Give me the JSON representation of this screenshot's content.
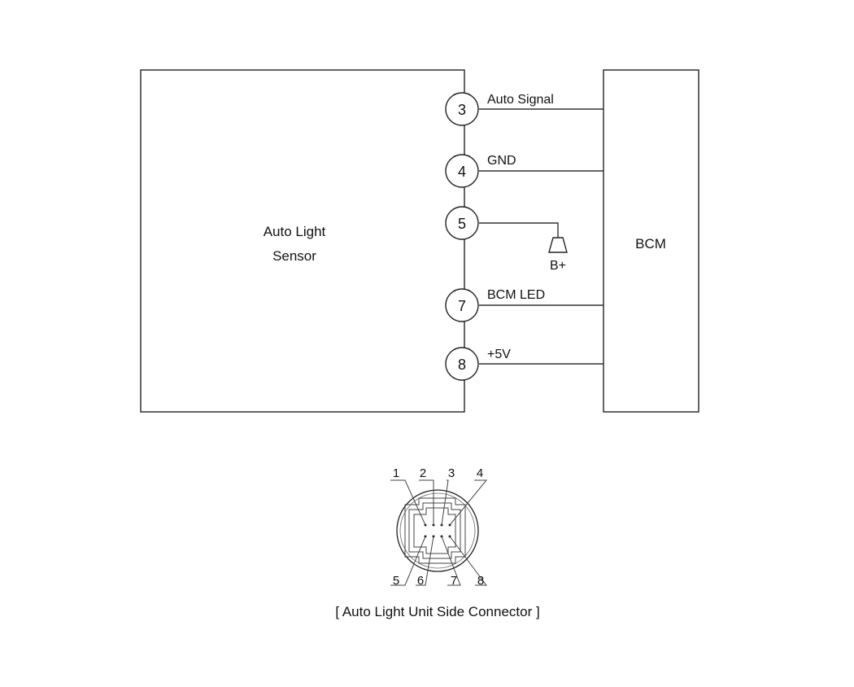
{
  "sensor_label_line1": "Auto Light",
  "sensor_label_line2": "Sensor",
  "bcm_label": "BCM",
  "battery_label": "B+",
  "pins": [
    {
      "number": "3",
      "signal": "Auto Signal"
    },
    {
      "number": "4",
      "signal": "GND"
    },
    {
      "number": "5",
      "signal": ""
    },
    {
      "number": "7",
      "signal": "BCM LED"
    },
    {
      "number": "8",
      "signal": "+5V"
    }
  ],
  "connector": {
    "top_pins": [
      "1",
      "2",
      "3",
      "4"
    ],
    "bottom_pins": [
      "5",
      "6",
      "7",
      "8"
    ],
    "caption": "[ Auto Light Unit Side Connector ]"
  }
}
